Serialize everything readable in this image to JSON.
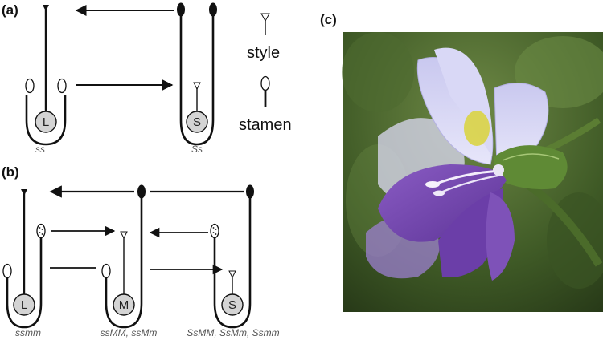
{
  "panels": {
    "a": {
      "label": "(a)",
      "genotypes": {
        "left": "ss",
        "right": "Ss"
      },
      "morphs": {
        "left": "L",
        "right": "S"
      }
    },
    "b": {
      "label": "(b)",
      "genotypes": {
        "left": "ssmm",
        "middle": "ssMM, ssMm",
        "right": "SsMM, SsMm, Ssmm"
      },
      "morphs": {
        "left": "L",
        "middle": "M",
        "right": "S"
      }
    },
    "c": {
      "label": "(c)"
    }
  },
  "legend": {
    "style": "style",
    "stamen": "stamen"
  },
  "colors": {
    "line": "#111111",
    "ovary": "#d4d4d4",
    "label_gray": "#555555"
  }
}
